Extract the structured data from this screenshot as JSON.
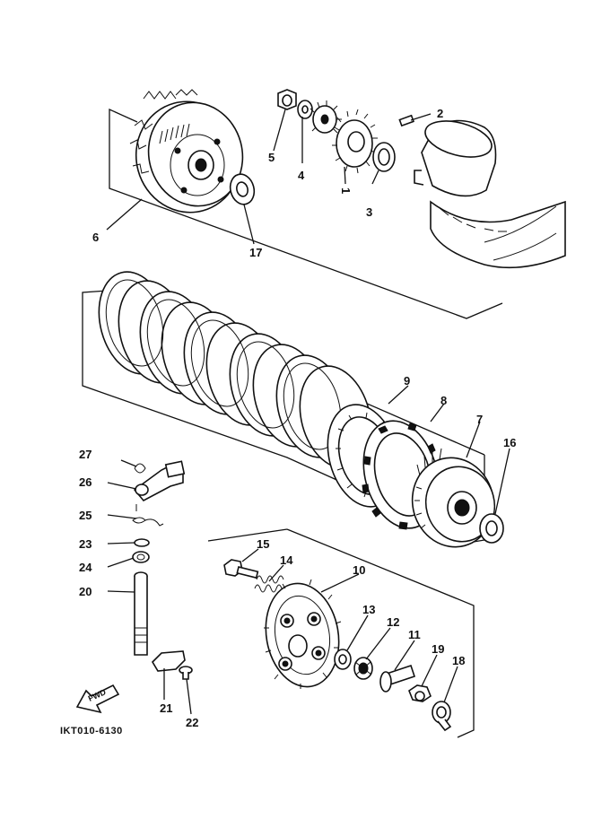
{
  "diagram": {
    "drawing_code": "IKT010-6130",
    "fwd_label": "FWD",
    "callouts": [
      "1",
      "2",
      "3",
      "4",
      "5",
      "6",
      "7",
      "8",
      "9",
      "10",
      "11",
      "12",
      "13",
      "14",
      "15",
      "16",
      "17",
      "18",
      "19",
      "20",
      "21",
      "22",
      "23",
      "24",
      "25",
      "26",
      "27"
    ]
  }
}
